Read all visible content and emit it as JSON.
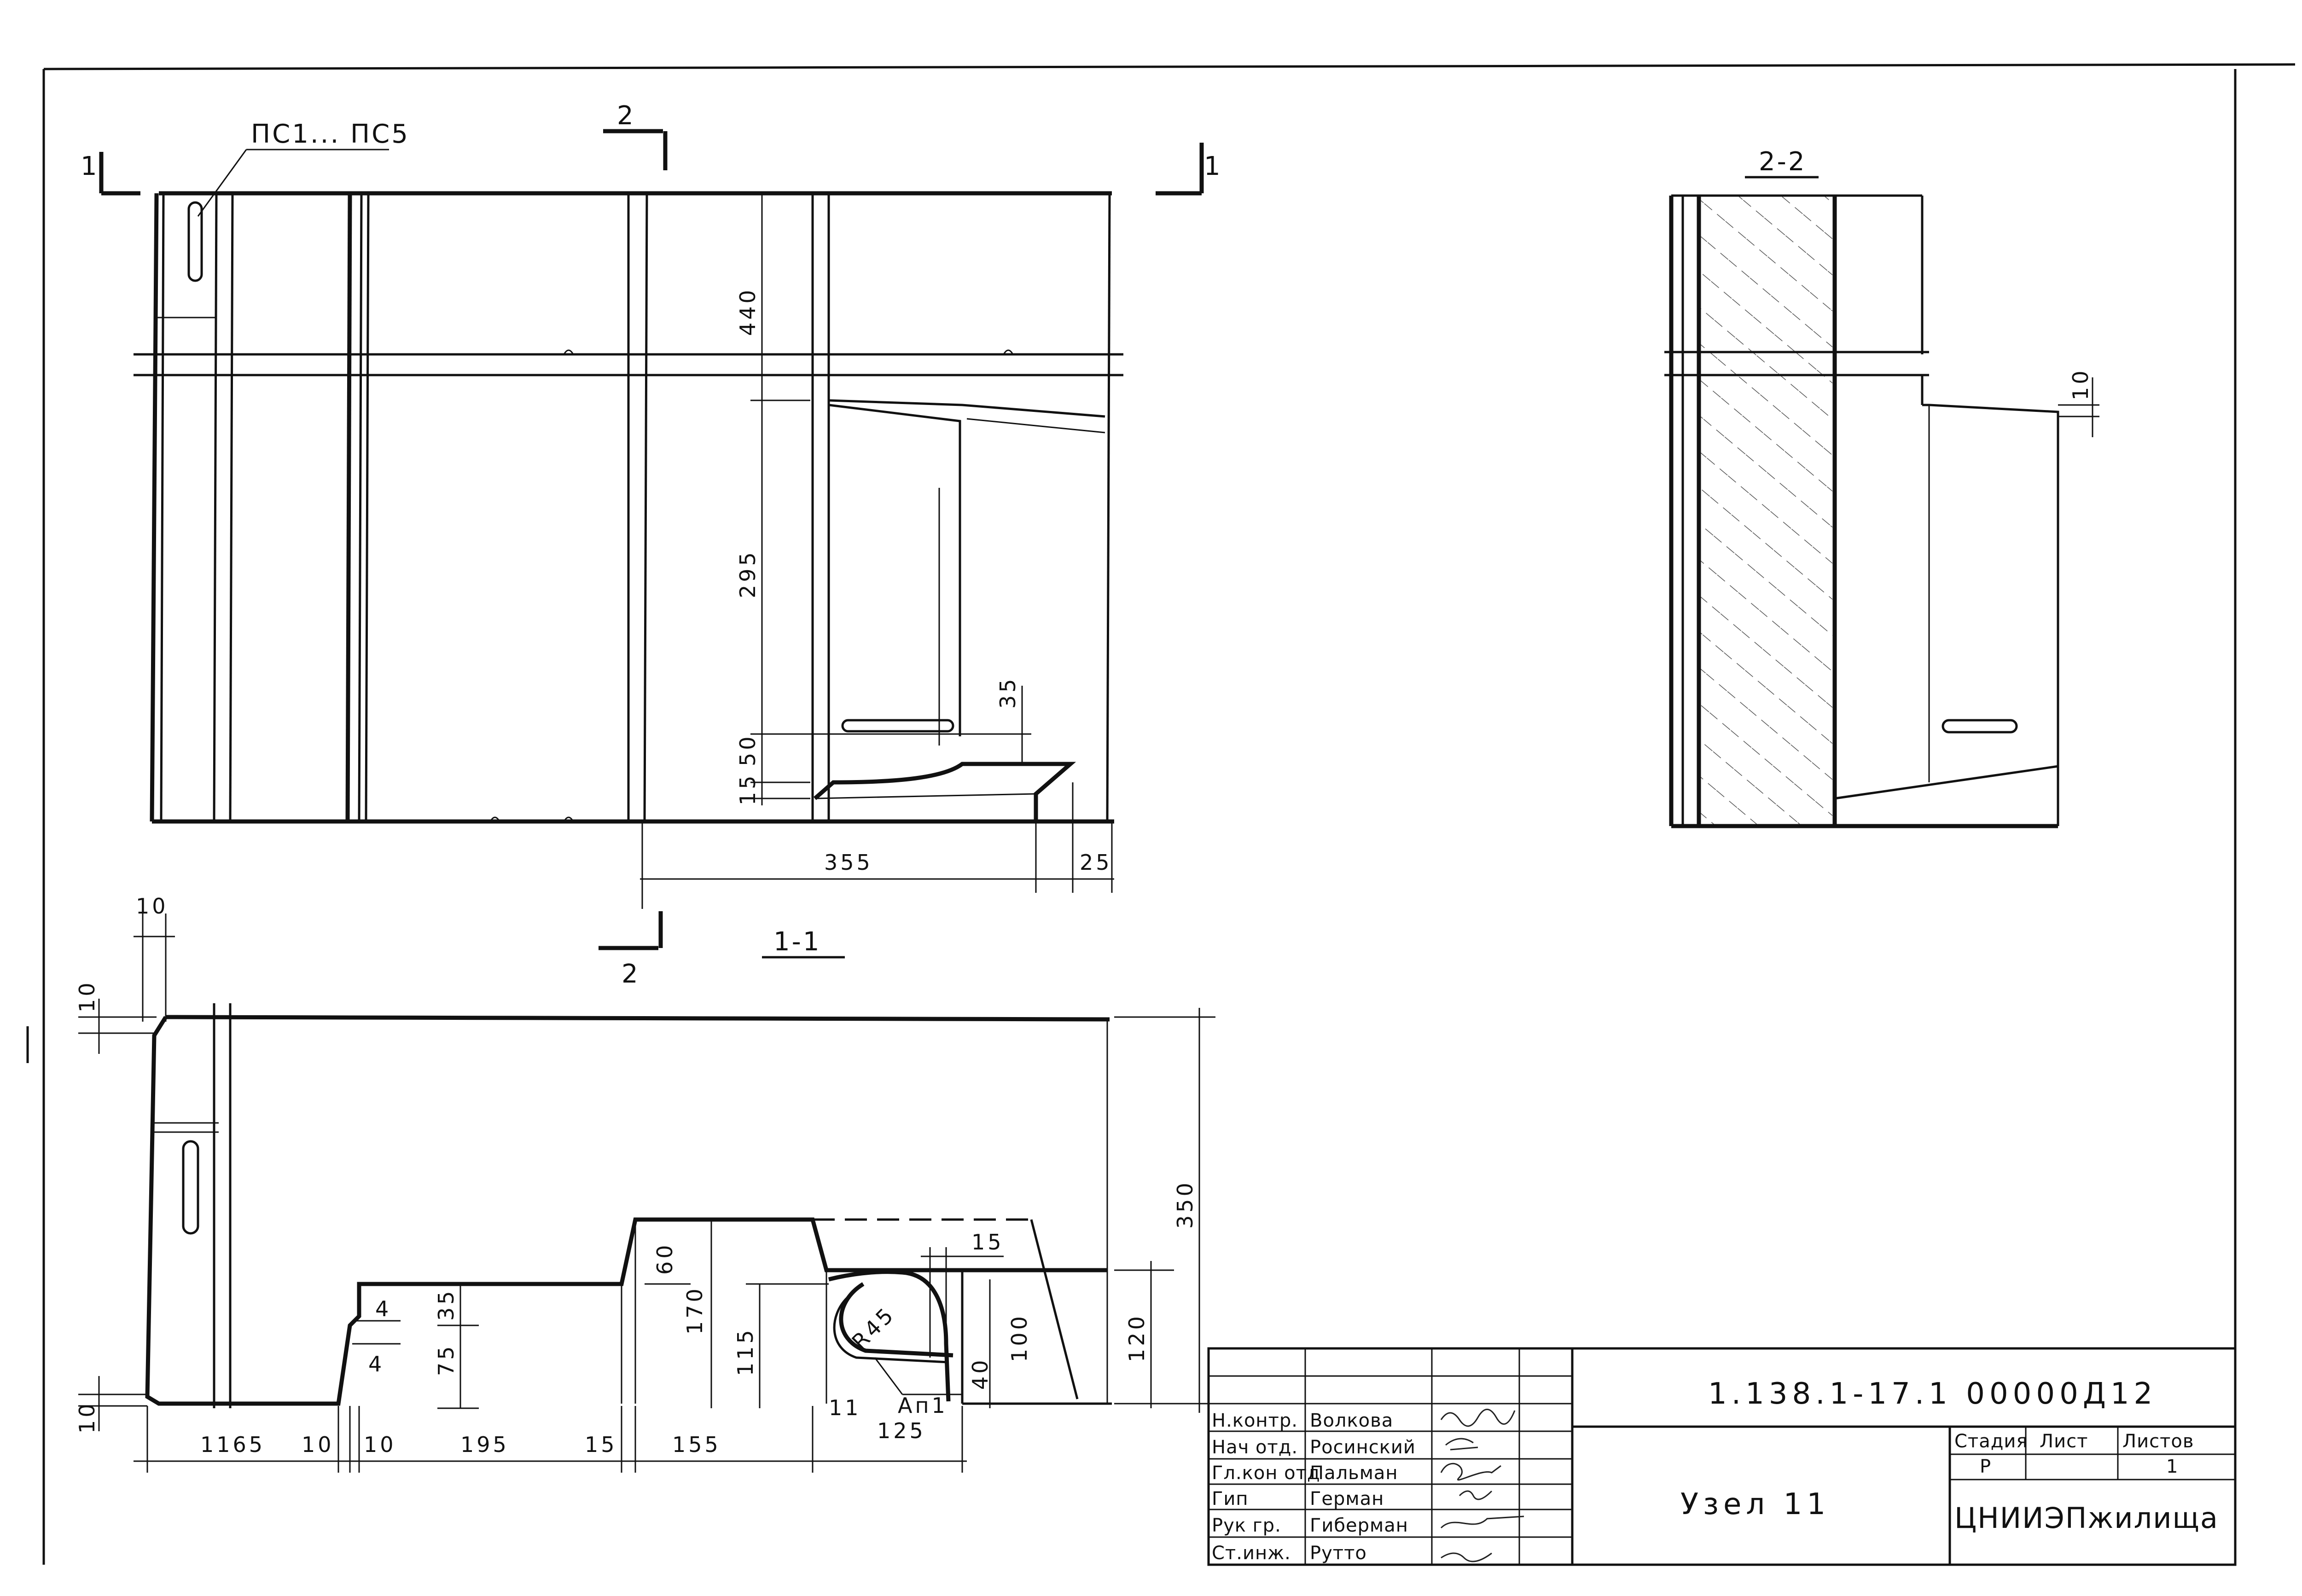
{
  "markers": {
    "mark_label": "ПС1... ПС5",
    "section_1": "1",
    "section_2": "2",
    "view_2_2_title": "2-2",
    "view_1_1_title": "1-1",
    "rebar_label": "Ап1"
  },
  "dimensions_top": {
    "d440": "440",
    "d295": "295",
    "d50": "50",
    "d15": "15",
    "d35": "35",
    "d355": "355",
    "d25": "25"
  },
  "dimensions_2_2": {
    "d10": "10"
  },
  "dimensions_bottom": {
    "d10a": "10",
    "d10b": "10",
    "d10c": "10",
    "d1165": "1165",
    "d10d": "10",
    "d10e": "10",
    "d195": "195",
    "d15": "15",
    "d155": "155",
    "d125": "125",
    "d4a": "4",
    "d4b": "4",
    "d35": "35",
    "d75": "75",
    "d60": "60",
    "d170": "170",
    "d115": "115",
    "d11": "11",
    "d15b": "15",
    "d100": "100",
    "d40": "40",
    "d120": "120",
    "d350": "350",
    "r45": "R45"
  },
  "title_block": {
    "doc_code": "1.138.1-17.1 00000Д12",
    "sheet_title": "Узел 11",
    "stage_header": "Стадия",
    "sheet_header": "Лист",
    "sheets_header": "Листов",
    "stage_value": "Р",
    "sheet_value": "",
    "sheets_value": "1",
    "organization": "ЦНИИЭПжилища",
    "signers": [
      {
        "role": "Н.контр.",
        "name": "Волкова"
      },
      {
        "role": "Нач отд.",
        "name": "Росинский"
      },
      {
        "role": "Гл.кон отд",
        "name": "Пальман"
      },
      {
        "role": "Гип",
        "name": "Герман"
      },
      {
        "role": "Рук гр.",
        "name": "Гиберман"
      },
      {
        "role": "Ст.инж.",
        "name": "Рутто"
      }
    ]
  }
}
